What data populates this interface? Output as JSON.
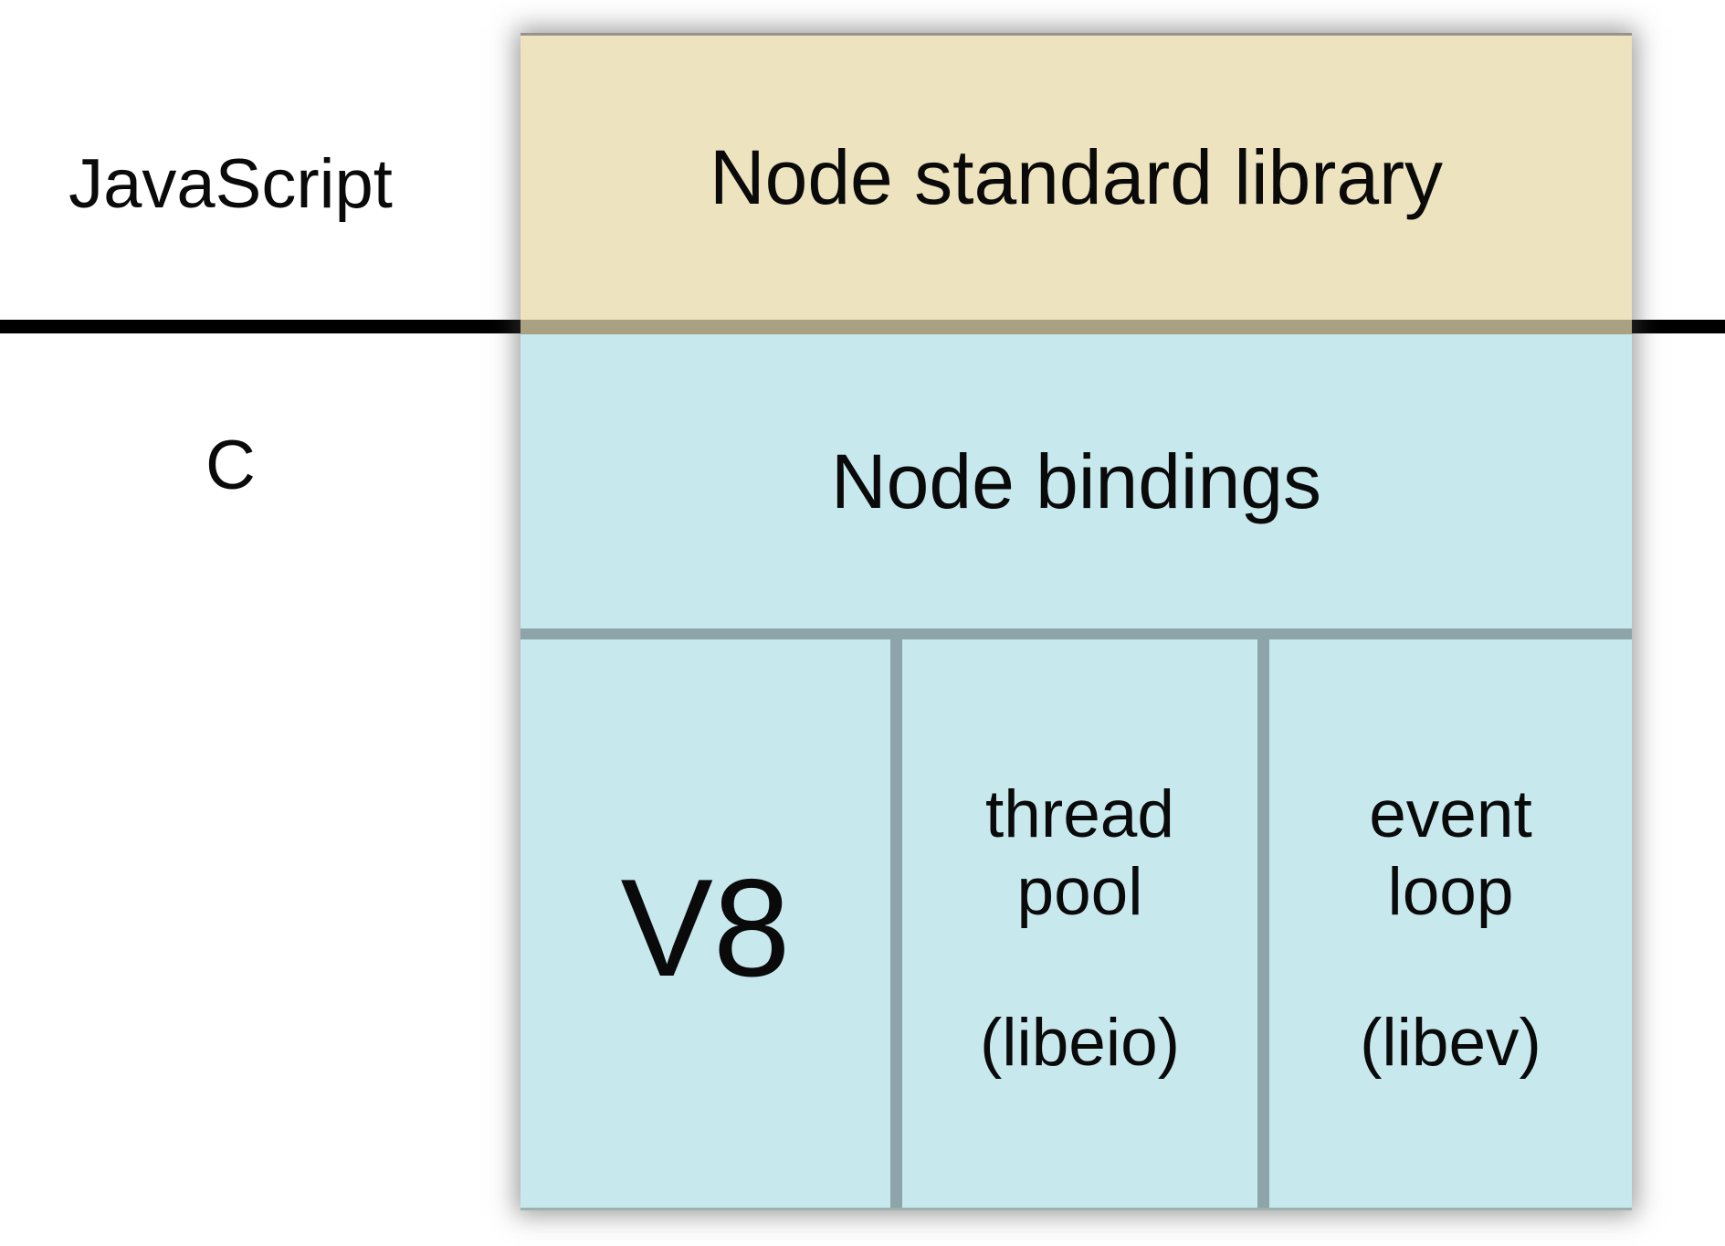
{
  "side_labels": {
    "javascript": "JavaScript",
    "c": "C"
  },
  "sections": {
    "standard_library": "Node standard library",
    "bindings": "Node bindings"
  },
  "columns": [
    {
      "name": "v8",
      "line1": "V8",
      "line2": "",
      "sub": ""
    },
    {
      "name": "thread-pool",
      "line1": "thread",
      "line2": "pool",
      "sub": "(libeio)"
    },
    {
      "name": "event-loop",
      "line1": "event",
      "line2": "loop",
      "sub": "(libev)"
    }
  ],
  "colors": {
    "beige": "#ede3be",
    "khaki": "#a9a182",
    "blue": "#c7e9ee",
    "divider": "#8da4a8",
    "line": "#000000",
    "ink": "#0a0a0a"
  }
}
